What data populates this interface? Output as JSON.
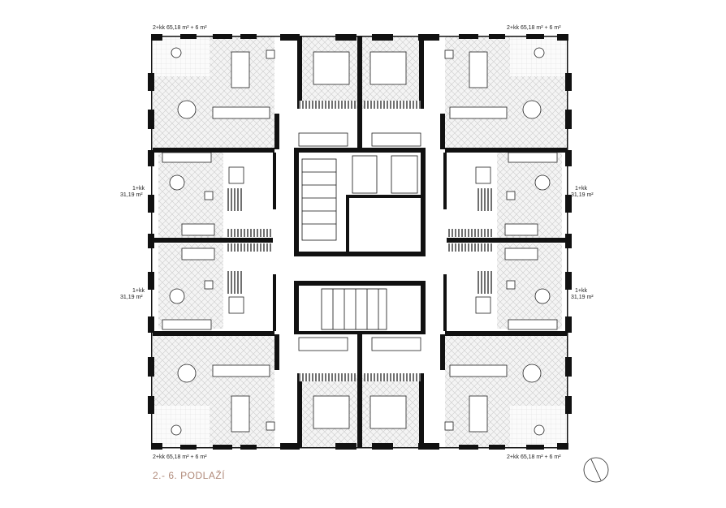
{
  "plan": {
    "floor_label": "2.- 6. PODLAŽÍ",
    "units": {
      "top_left": {
        "type": "2+kk",
        "area": "65,18 m² + 6 m²"
      },
      "top_right": {
        "type": "2+kk",
        "area": "65,18 m² + 6 m²"
      },
      "bottom_left": {
        "type": "2+kk",
        "area": "65,18 m² + 6 m²"
      },
      "bottom_right": {
        "type": "2+kk",
        "area": "65,18 m² + 6 m²"
      },
      "left_upper": {
        "type": "1+kk",
        "area": "31,19 m²"
      },
      "left_lower": {
        "type": "1+kk",
        "area": "31,19 m²"
      },
      "right_upper": {
        "type": "1+kk",
        "area": "31,19 m²"
      },
      "right_lower": {
        "type": "1+kk",
        "area": "31,19 m²"
      }
    },
    "colors": {
      "wall": "#111111",
      "floor_hatch": "#cfcfcf",
      "title": "#b08a7a"
    },
    "north_arrow": "north-arrow-icon"
  }
}
